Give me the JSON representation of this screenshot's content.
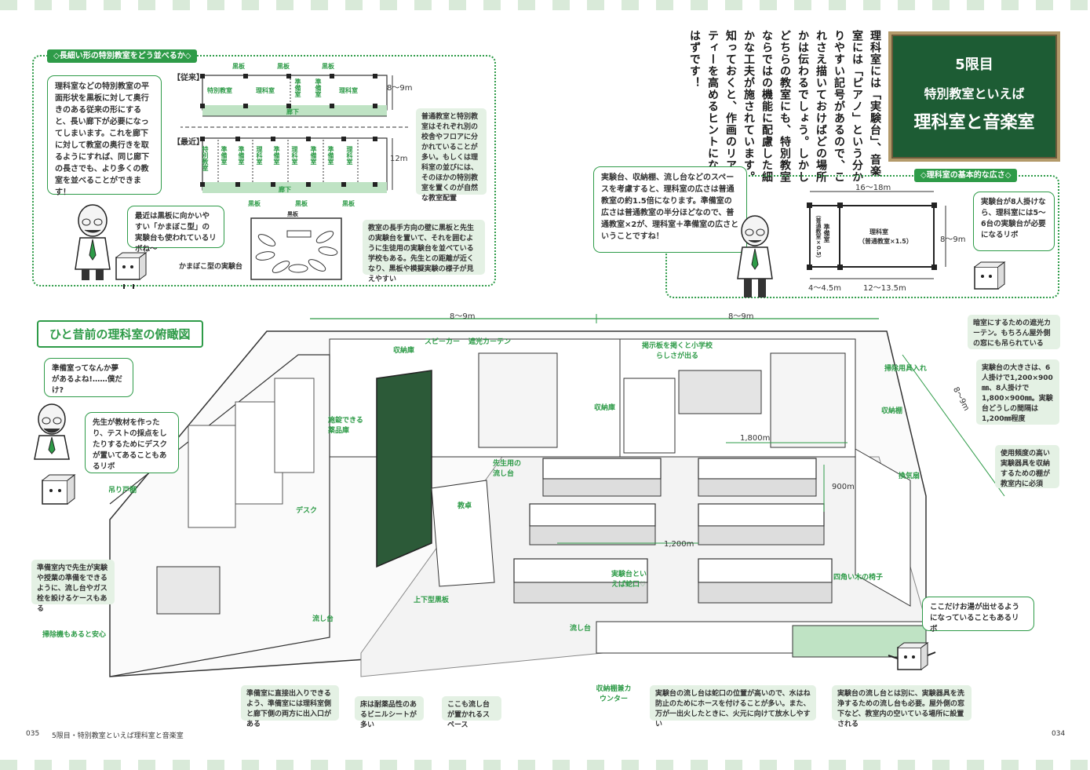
{
  "header": {
    "lesson": "5限目",
    "title1": "特別教室といえば",
    "title2": "理科室と音楽室"
  },
  "intro": "理科室には「実験台」、音楽室には「ピアノ」という分かりやすい記号があるので、これさえ描いておけばどの場所かは伝わるでしょう。しかしどちらの教室にも、特別教室ならではの機能に配慮した細かな工夫が施されています。知っておくと、作画のリアリティーを高めるヒントになるはずです！",
  "topleft": {
    "tag": "◇長細い形の特別教室をどう並べるか◇",
    "note1": "理科室などの特別教室の平面形状を黒板に対して奥行きのある従来の形にすると、長い廊下が必要になってしまいます。これを廊下に対して教室の奥行きを取るようにすれば、同じ廊下の長さでも、より多くの教室を並べることができます！",
    "note2": "最近は黒板に向かいやすい「かまぼこ型」の実験台も使われているリボね〜",
    "label_old": "【従来】",
    "label_new": "【最近】",
    "old_rooms": [
      "特別教室",
      "理科室",
      "準備室",
      "準備室",
      "理科室"
    ],
    "new_rooms": [
      "特別教室",
      "準備室",
      "準備室",
      "理科室",
      "準備室",
      "理科室",
      "準備室",
      "準備室",
      "理科室"
    ],
    "kokuban": "黒板",
    "rouka": "廊下",
    "dim_old": "8〜9m",
    "dim_new": "12m",
    "side1": "普通教室と特別教室はそれぞれ別の校舎やフロアに分かれていることが多い。もしくは理科室の並びには、そのほかの特別教室を置くのが自然な教室配置",
    "side2": "教室の長手方向の壁に黒板と先生の実験台を置いて、それを囲むように生徒用の実験台を並べている学校もある。先生との距離が近くなり、黒板や模擬実験の様子が見えやすい",
    "kamaboko": "かまぼこ型の実験台",
    "heiban": "黒板"
  },
  "right": {
    "tag": "◇理科室の基本的な広さ◇",
    "note": "実験台、収納棚、流し台などのスペースを考慮すると、理科室の広さは普通教室の約1.5倍になります。準備室の広さは普通教室の半分ほどなので、普通教室×2が、理科室＋準備室の広さということですね！",
    "room1": "理科室",
    "room1b": "（普通教室×1.5）",
    "room2": "準備室",
    "room2b": "（普通教室×0.5）",
    "dims": {
      "top": "16〜18m",
      "right": "8〜9m",
      "bl": "4〜4.5m",
      "br": "12〜13.5m"
    },
    "side": "実験台が8人掛けなら、理科室には5〜6台の実験台が必要になるリボ"
  },
  "main": {
    "title": "ひと昔前の理科室の俯瞰図",
    "bubble1": "準備室ってなんか夢があるよね!……僕だけ?",
    "bubble2": "先生が教材を作ったり、テストの採点をしたりするためにデスクが置いてあることもあるリボ",
    "dims": {
      "top1": "8〜9m",
      "top2": "8〜9m",
      "side": "8〜9m",
      "w1800": "1,800m",
      "w900": "900m",
      "w1200": "1,200m"
    },
    "labels": [
      "スピーカー",
      "遮光カーテン",
      "収納庫",
      "掲示板を掲くと小学校らしさが出る",
      "施錠できる薬品庫",
      "先生用の流し台",
      "教卓",
      "吊り戸棚",
      "デスク",
      "実験台といえば蛇口♡",
      "上下型黒板",
      "流し台",
      "流し台",
      "四角い木の椅子",
      "掃除用具入れ",
      "収納棚",
      "換気扇",
      "掃除機もあると安心",
      "収納棚兼カウンター",
      "収納庫"
    ],
    "notes": [
      "暗室にするための遮光カーテン。もちろん屋外側の窓にも吊られている",
      "実験台の大きさは、6人掛けで1,200×900㎜、8人掛けで1,800×900㎜。実験台どうしの間隔は1,200㎜程度",
      "使用頻度の高い実験器具を収納するための棚が教室内に必須",
      "準備室内で先生が実験や授業の準備をできるように、流し台やガス栓を設けるケースもある",
      "ここだけお湯が出せるようになっていることもあるリボ",
      "準備室に直接出入りできるよう、準備室には理科室側と廊下側の両方に出入口がある",
      "床は耐薬品性のあるビニルシートが多い",
      "ここも流し台が置かれるスペース",
      "実験台の流し台は蛇口の位置が高いので、水はね防止のためにホースを付けることが多い。また、万が一出火したときに、火元に向けて放水しやすい",
      "実験台の流し台とは別に、実験器具を洗浄するための流し台も必要。屋外側の窓下など、教室内の空いている場所に設置される"
    ]
  },
  "footer": {
    "left_page": "035",
    "left_text": "5限目・特別教室といえば理科室と音楽室",
    "right_page": "034"
  },
  "colors": {
    "accent": "#2e9b48",
    "board": "#1d5c34",
    "light": "#e4f1e4"
  }
}
